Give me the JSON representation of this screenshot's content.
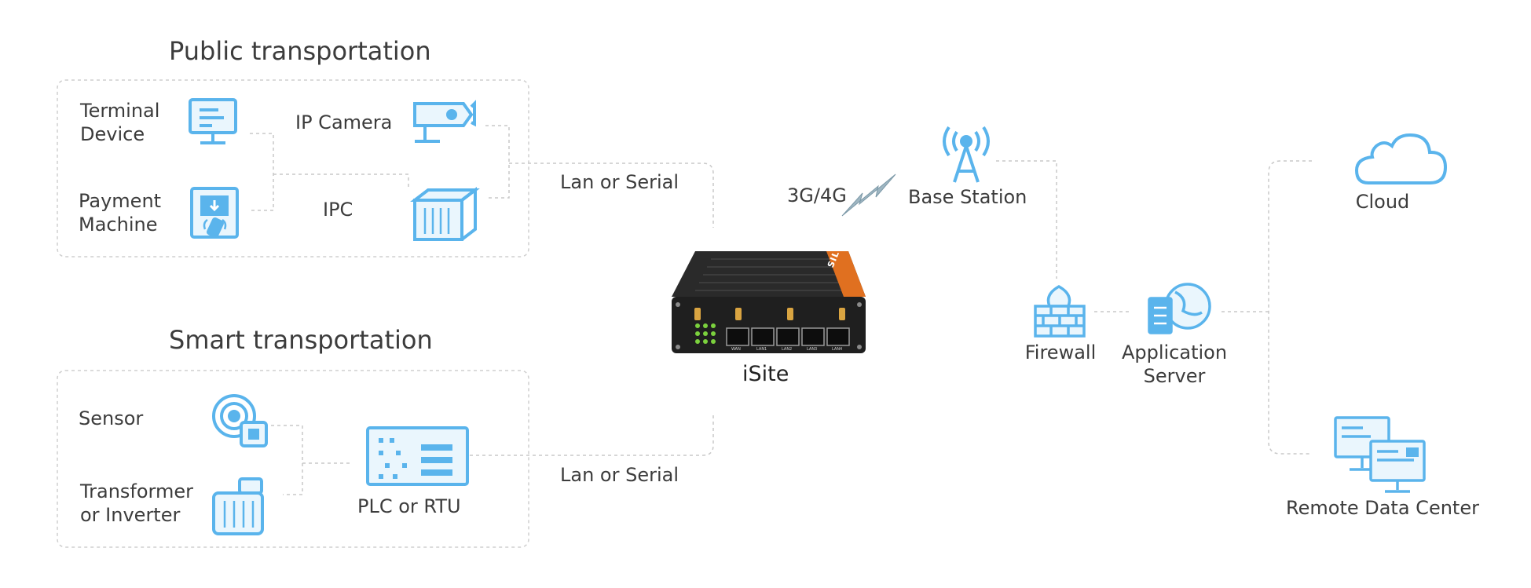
{
  "groups": {
    "public": {
      "title": "Public transportation",
      "terminal": [
        "Terminal",
        "Device"
      ],
      "camera": "IP Camera",
      "payment": [
        "Payment",
        "Machine"
      ],
      "ipc": "IPC"
    },
    "smart": {
      "title": "Smart transportation",
      "sensor": "Sensor",
      "transformer": [
        "Transformer",
        "or Inverter"
      ],
      "plc": "PLC or RTU"
    }
  },
  "links": {
    "top": "Lan or Serial",
    "bottom": "Lan or Serial",
    "wireless": "3G/4G"
  },
  "router": {
    "name": "iSite",
    "brand": "SILVERNET",
    "ports": [
      "WAN",
      "LAN1",
      "LAN2",
      "LAN3",
      "LAN4"
    ]
  },
  "network": {
    "base_station": "Base Station",
    "firewall": "Firewall",
    "app_server": [
      "Application",
      "Server"
    ],
    "cloud": "Cloud",
    "remote": "Remote Data Center"
  },
  "colors": {
    "icon": "#5ab4ec",
    "icon_fill": "#eaf6fd",
    "dash": "#c8c8c8",
    "router_body": "#232323",
    "led": "#7bd13d",
    "accent": "#e07020"
  }
}
